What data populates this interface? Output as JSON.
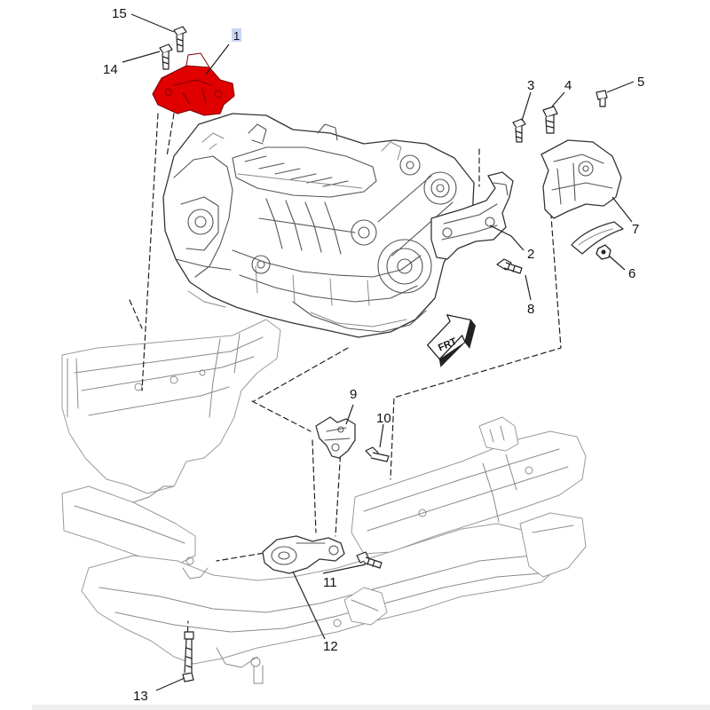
{
  "diagram": {
    "callouts": [
      "1",
      "2",
      "3",
      "4",
      "5",
      "6",
      "7",
      "8",
      "9",
      "10",
      "11",
      "12",
      "13",
      "14",
      "15"
    ],
    "highlighted_callout": "1",
    "highlight_color": "#e00000",
    "callout_highlight_bg": "#c9d4f2",
    "front_arrow_text": "FRT"
  }
}
